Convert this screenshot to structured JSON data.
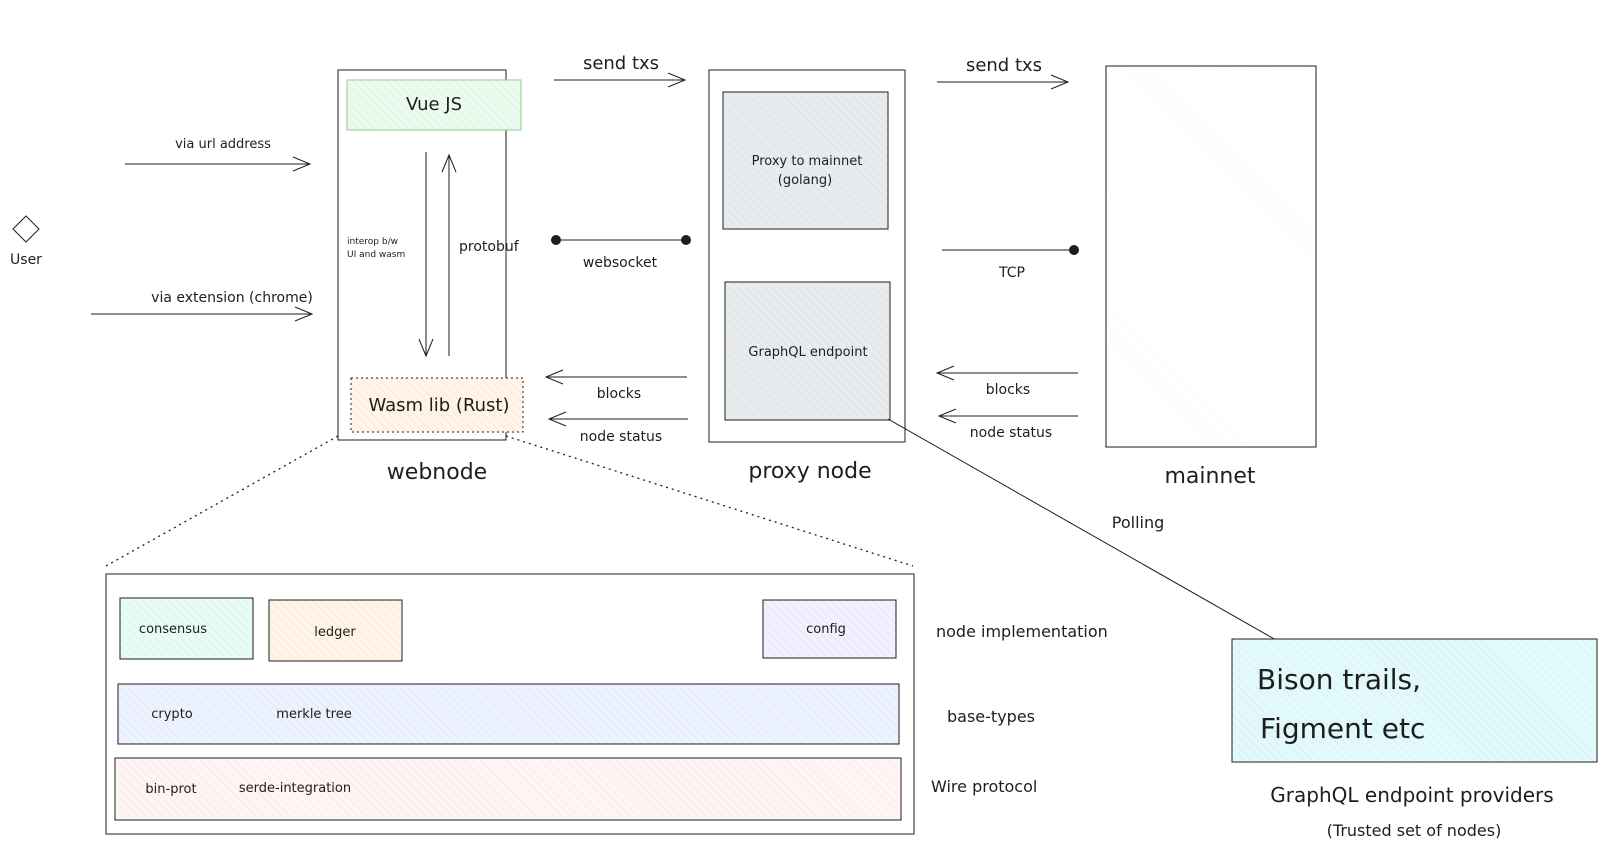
{
  "user": {
    "label": "User"
  },
  "entry": {
    "url_label": "via url address",
    "extension_label": "via extension (chrome)"
  },
  "webnode": {
    "title": "webnode",
    "vue": "Vue JS",
    "wasm": "Wasm lib (Rust)",
    "interop_line1": "interop b/w",
    "interop_line2": "UI and wasm",
    "protobuf": "protobuf"
  },
  "proxy": {
    "title": "proxy node",
    "proxy_line1": "Proxy to mainnet",
    "proxy_line2": "(golang)",
    "graphql": "GraphQL endpoint"
  },
  "mainnet": {
    "title": "mainnet"
  },
  "links": {
    "send_txs_1": "send txs",
    "send_txs_2": "send txs",
    "websocket": "websocket",
    "tcp": "TCP",
    "blocks_1": "blocks",
    "node_status_1": "node status",
    "blocks_2": "blocks",
    "node_status_2": "node status",
    "polling": "Polling"
  },
  "providers": {
    "line1": "Bison trails,",
    "line2": "Figment etc",
    "title": "GraphQL endpoint providers",
    "subtitle": "(Trusted set of nodes)"
  },
  "layers": {
    "node_impl": "node implementation",
    "base_types": "base-types",
    "wire": "Wire protocol",
    "consensus": "consensus",
    "ledger": "ledger",
    "config": "config",
    "crypto": "crypto",
    "merkle": "merkle tree",
    "binprot": "bin-prot",
    "serde": "serde-integration"
  },
  "colors": {
    "green": "#ebfbee",
    "orange": "#fff4e6",
    "gray": "#e9ecef",
    "purple": "#f3f0ff",
    "blue": "#e7f5ff",
    "indigo": "#edf2ff",
    "red": "#fff5f5",
    "teal": "#e6fcf5",
    "cyan": "#e3fafc"
  }
}
